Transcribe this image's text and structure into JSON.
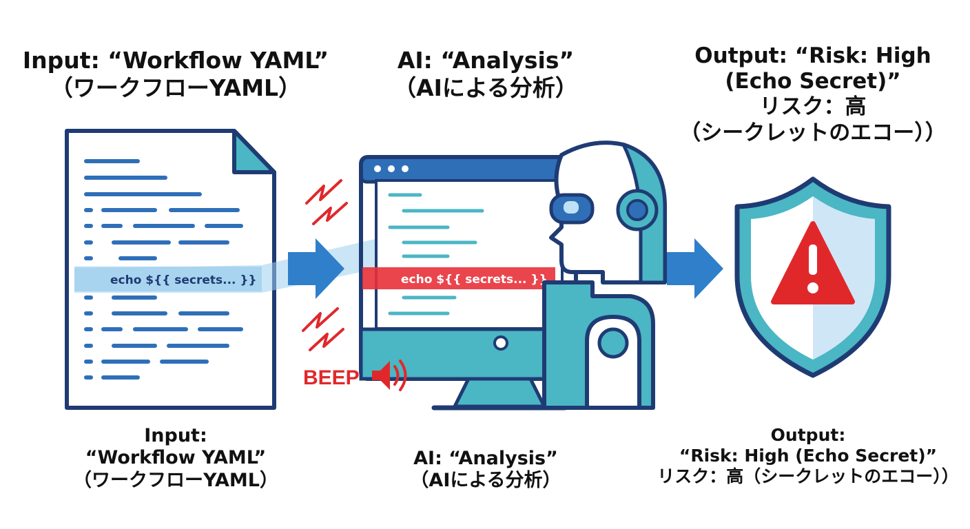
{
  "top_labels": {
    "input": [
      "Input: “Workflow YAML”",
      "（ワークフローYAML）"
    ],
    "ai": [
      "AI: “Analysis”",
      "（AIによる分析）"
    ],
    "output": [
      "Output: “Risk: High",
      "(Echo Secret)”",
      "リスク：高",
      "（シークレットのエコー））"
    ]
  },
  "bottom_labels": {
    "input": [
      "Input:",
      "“Workflow YAML”",
      "（ワークフローYAML）"
    ],
    "ai": [
      "AI: “Analysis”",
      "（AIによる分析）"
    ],
    "output": [
      "Output:",
      "“Risk: High (Echo Secret)”",
      "リスク：高（シークレットのエコー））"
    ]
  },
  "document": {
    "highlight_text": "echo ${{ secrets... }}"
  },
  "monitor": {
    "highlight_text": "echo ${{ secrets... }}"
  },
  "alert": {
    "beep_text": "BEEP"
  },
  "colors": {
    "navy": "#1f3b73",
    "blue": "#2f6fb8",
    "teal": "#4bb6c4",
    "light_blue": "#bfe1f5",
    "red": "#e0282b"
  }
}
